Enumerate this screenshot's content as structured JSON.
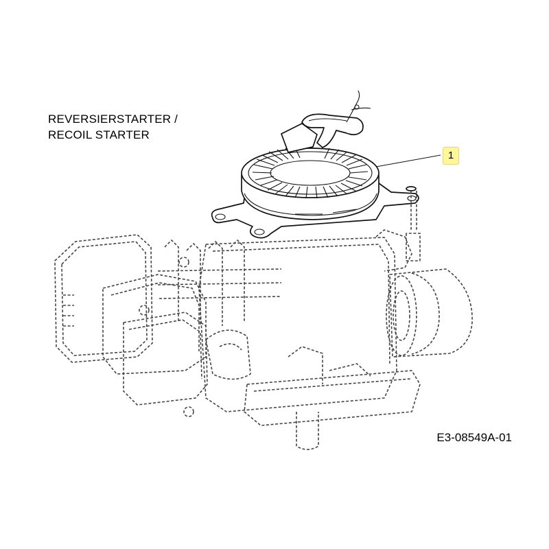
{
  "title": {
    "line1": "REVERSIERSTARTER /",
    "line2": "RECOIL STARTER"
  },
  "callout": {
    "number": "1"
  },
  "drawing_code": "E3-08549A-01",
  "colors": {
    "callout_fill": "#fff799",
    "line": "#111111",
    "ghost_line": "#444444"
  }
}
